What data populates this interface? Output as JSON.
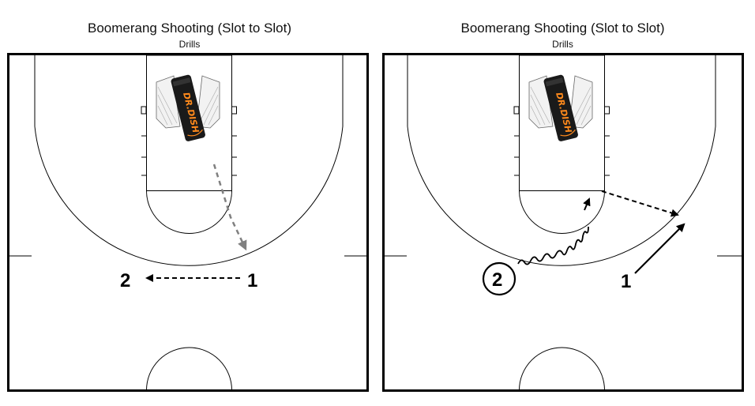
{
  "panels": [
    {
      "title": "Boomerang Shooting (Slot to Slot)",
      "subtitle": "Drills",
      "players": [
        {
          "label": "1"
        },
        {
          "label": "2"
        }
      ]
    },
    {
      "title": "Boomerang Shooting (Slot to Slot)",
      "subtitle": "Drills",
      "players": [
        {
          "label": "1"
        },
        {
          "label": "2"
        }
      ]
    }
  ],
  "machine": {
    "brand": "DR.DISH"
  },
  "colors": {
    "court_line": "#000000",
    "pass_line_gray": "#808080",
    "machine_body": "#1a1a1a",
    "machine_accent": "#ff8a1c"
  }
}
